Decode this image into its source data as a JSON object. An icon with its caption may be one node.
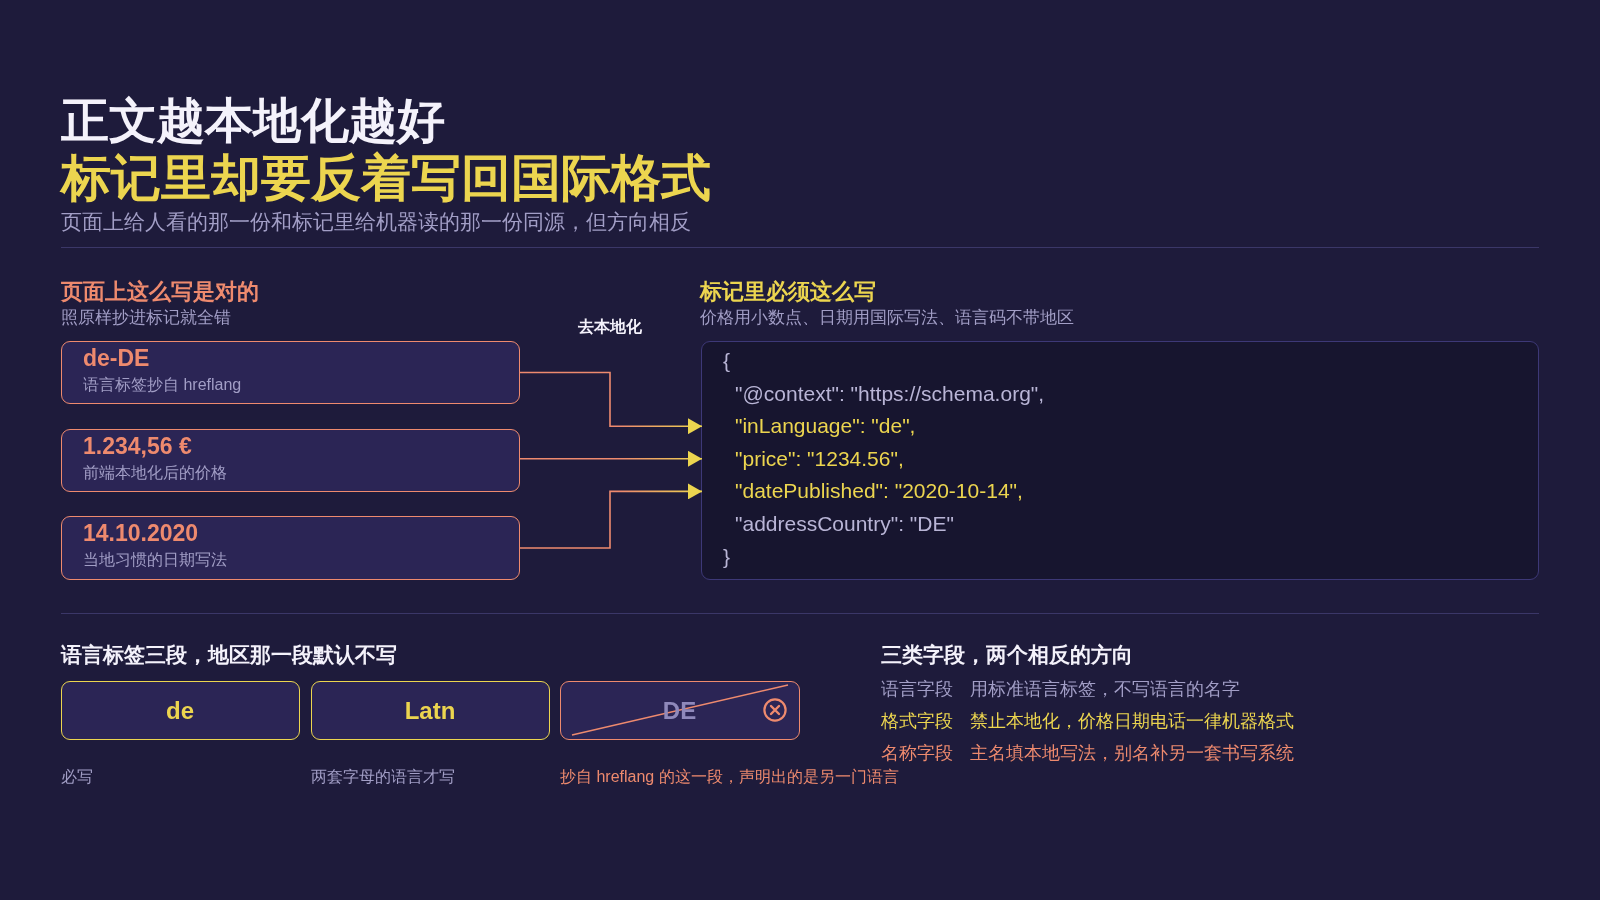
{
  "diagram": {
    "title": "正文越本地化越好",
    "nodes": [
      {
        "text": [
          "de-DE",
          "语言标签抄自 hreflang"
        ]
      },
      {
        "text": [
          "1.234,56 €",
          "前端本地化后的价格"
        ]
      },
      {
        "text": [
          "14.10.2020",
          "当地习惯的日期写法"
        ]
      },
      {
        "text": [
          "{",
          "\"@context\": \"https://schema.org\",",
          "\"addressCountry\": \"DE\"",
          "}"
        ]
      },
      {
        "text": [
          "\"inLanguage\": \"de\","
        ],
        "in": 3
      },
      {
        "text": [
          "\"price\": \"1234.56\","
        ],
        "in": 3
      },
      {
        "text": [
          "\"datePublished\": \"2020-10-14\","
        ],
        "in": 3
      },
      {
        "text": [
          "de"
        ],
        "beside": [
          "必写"
        ]
      },
      {
        "text": [
          "Latn"
        ],
        "beside": [
          "两套字母的语言才写"
        ]
      },
      {
        "text": [
          "DE"
        ],
        "beside": [
          "抄自 hreflang 的这一段，声明出的是另一门语言"
        ]
      }
    ],
    "edges": [
      {
        "from": 0,
        "to": 4,
        "arrow": "to"
      },
      {
        "from": 1,
        "to": 5,
        "arrow": "to"
      },
      {
        "from": 2,
        "to": 6,
        "arrow": "to"
      }
    ],
    "labels": [
      "标记里却要反着写回国际格式",
      "页面上给人看的那一份和标记里给机器读的那一份同源，但方向相反",
      "页面上这么写是对的",
      "照原样抄进标记就全错",
      "去本地化",
      "标记里必须这么写",
      "价格用小数点、日期用国际写法、语言码不带地区",
      "语言标签三段，地区那一段默认不写",
      "三类字段，两个相反的方向",
      "语言字段",
      "用标准语言标签，不写语言的名字",
      "格式字段",
      "禁止本地化，价格日期电话一律机器格式",
      "名称字段",
      "主名填本地写法，别名补另一套书写系统"
    ]
  }
}
